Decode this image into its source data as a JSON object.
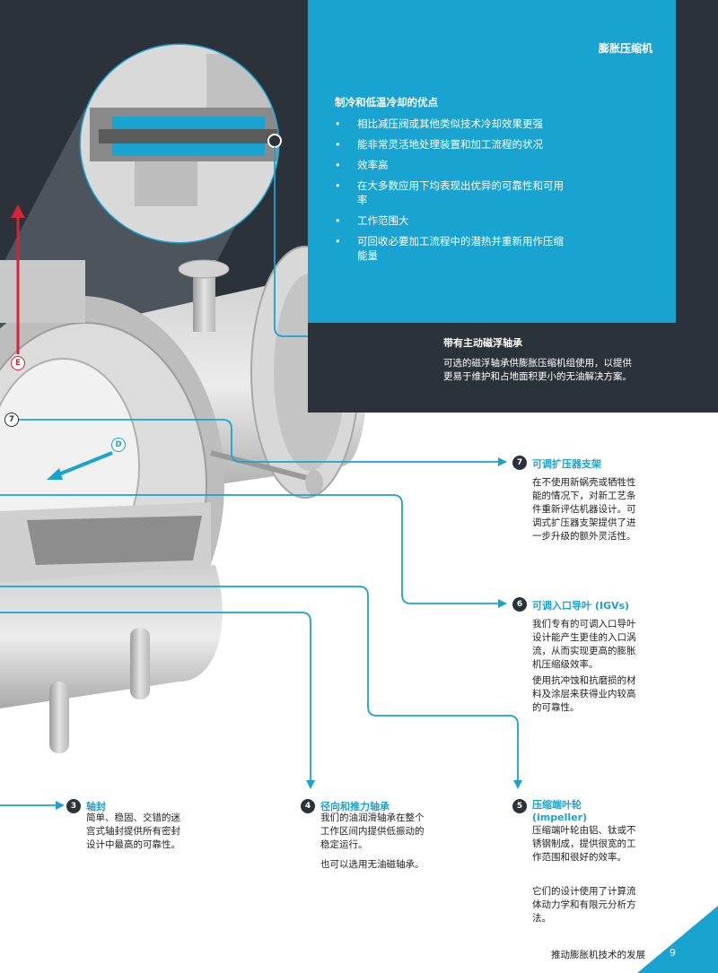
{
  "header": {
    "section_title": "膨胀压缩机"
  },
  "advantages": {
    "title": "制冷和低温冷却的优点",
    "items": [
      "相比减压阀或其他类似技术冷却效果更强",
      "能非常灵活地处理装置和加工流程的状况",
      "效率高",
      "在大多数应用下均表现出优异的可靠性和可用率",
      "工作范围大",
      "可回收必要加工流程中的潜热并重新用作压缩能量"
    ]
  },
  "magnetic_bearing": {
    "title": "带有主动磁浮轴承",
    "text": "可选的磁浮轴承供膨胀压缩机组使用，以提供更易于维护和占地面积更小的无油解决方案。"
  },
  "diagram_labels": {
    "E": "E",
    "D": "D",
    "seven": "7"
  },
  "callouts": {
    "c7": {
      "number": "7",
      "title": "可调扩压器支架",
      "text": "在不使用新蜗壳或牺牲性能的情况下，对新工艺条件重新评估机器设计。可调式扩压器支架提供了进一步升级的额外灵活性。"
    },
    "c6": {
      "number": "6",
      "title": "可调入口导叶 (IGVs)",
      "text1": "我们专有的可调入口导叶设计能产生更佳的入口涡流，从而实现更高的膨胀机压缩级效率。",
      "text2": "使用抗冲蚀和抗磨损的材料及涂层来获得业内较高的可靠性。"
    },
    "c3": {
      "number": "3",
      "title": "轴封",
      "text": "简单、稳固、交错的迷宫式轴封提供所有密封设计中最高的可靠性。"
    },
    "c4": {
      "number": "4",
      "title": "径向和推力轴承",
      "text1": "我们的油润滑轴承在整个工作区间内提供低振动的稳定运行。",
      "text2": "也可以选用无油磁轴承。"
    },
    "c5": {
      "number": "5",
      "title": "压缩端叶轮 (impeller)",
      "text1": "压缩端叶轮由铝、钛或不锈钢制成，提供很宽的工作范围和很好的效率。",
      "text2": "它们的设计使用了计算流体动力学和有限元分析方法。"
    }
  },
  "footer": {
    "text": "推动膨胀机技术的发展",
    "page_number": "9"
  },
  "colors": {
    "accent_blue": "#19a3d1",
    "dark": "#2b323a",
    "red_arrow": "#d3243a"
  }
}
